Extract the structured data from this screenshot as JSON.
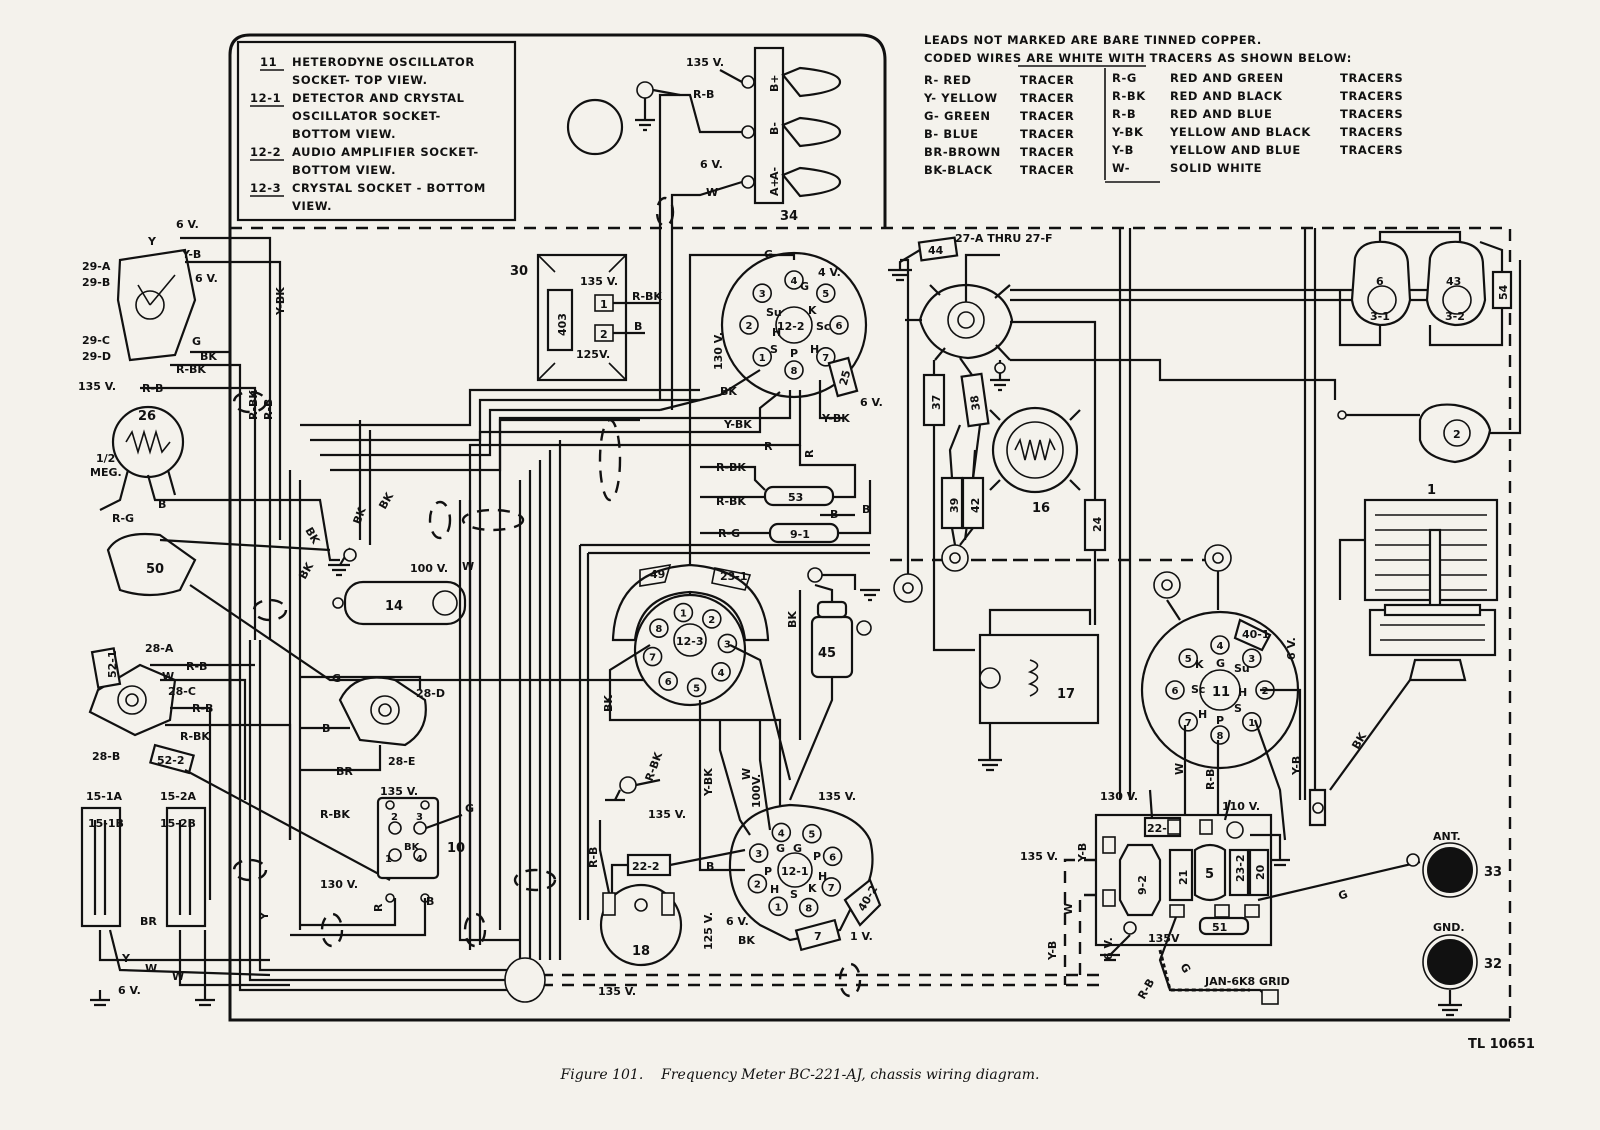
{
  "legend_box": {
    "items": [
      {
        "id": "11",
        "text": [
          "HETERODYNE OSCILLATOR",
          "SOCKET- TOP VIEW."
        ]
      },
      {
        "id": "12-1",
        "text": [
          "DETECTOR AND CRYSTAL",
          "OSCILLATOR SOCKET-",
          "BOTTOM VIEW."
        ]
      },
      {
        "id": "12-2",
        "text": [
          "AUDIO AMPLIFIER SOCKET-",
          "BOTTOM VIEW."
        ]
      },
      {
        "id": "12-3",
        "text": [
          "CRYSTAL SOCKET - BOTTOM",
          "VIEW."
        ]
      }
    ]
  },
  "wire_notes": {
    "line1": "LEADS NOT MARKED ARE BARE TINNED COPPER.",
    "line2": "CODED WIRES ARE WHITE WITH TRACERS AS SHOWN BELOW:",
    "left": [
      {
        "code": "R- RED",
        "kind": "TRACER"
      },
      {
        "code": "Y- YELLOW",
        "kind": "TRACER"
      },
      {
        "code": "G- GREEN",
        "kind": "TRACER"
      },
      {
        "code": "B- BLUE",
        "kind": "TRACER"
      },
      {
        "code": "BR-BROWN",
        "kind": "TRACER"
      },
      {
        "code": "BK-BLACK",
        "kind": "TRACER"
      }
    ],
    "right": [
      {
        "code": "R-G",
        "desc": "RED AND GREEN",
        "kind": "TRACERS"
      },
      {
        "code": "R-BK",
        "desc": "RED AND BLACK",
        "kind": "TRACERS"
      },
      {
        "code": "R-B",
        "desc": "RED AND BLUE",
        "kind": "TRACERS"
      },
      {
        "code": "Y-BK",
        "desc": "YELLOW AND BLACK",
        "kind": "TRACERS"
      },
      {
        "code": "Y-B",
        "desc": "YELLOW AND BLUE",
        "kind": "TRACERS"
      },
      {
        "code": "W-",
        "desc": "SOLID WHITE",
        "kind": ""
      }
    ]
  },
  "components": {
    "c26": "26",
    "c26_value": "1/2",
    "c26_unit": "MEG.",
    "c50": "50",
    "c14": "14",
    "c30": "30",
    "c403": "403",
    "c34": "34",
    "c49": "49",
    "c23_1": "23-1",
    "c12_3": "12-3",
    "c45": "45",
    "c10": "10",
    "c18": "18",
    "c12_1": "12-1",
    "c40_2": "40-2",
    "c7": "7",
    "c22_2": "22-2",
    "c12_2": "12-2",
    "c25": "25",
    "c53": "53",
    "c9_1": "9-1",
    "c44": "44",
    "c27": "27-A THRU 27-F",
    "c37": "37",
    "c38": "38",
    "c39": "39",
    "c42": "42",
    "c16": "16",
    "c24": "24",
    "c17": "17",
    "c11": "11",
    "c40_1": "40-1",
    "c6": "6",
    "c3_1": "3-1",
    "c43": "43",
    "c3_2": "3-2",
    "c54": "54",
    "c2": "2",
    "c1": "1",
    "c22_1": "22-1",
    "c9_2": "9-2",
    "c21": "21",
    "c5": "5",
    "c23_2": "23-2",
    "c20": "20",
    "c51": "51",
    "c33": "33",
    "c32": "32",
    "ant": "ANT.",
    "gnd": "GND.",
    "c28a": "28-A",
    "c28b": "28-B",
    "c28c": "28-C",
    "c28d": "28-D",
    "c28e": "28-E",
    "c52_1": "52-1",
    "c52_2": "52-2",
    "c15_1a": "15-1A",
    "c15_1b": "15-1B",
    "c15_2a": "15-2A",
    "c15_2b": "15-2B",
    "c29a": "29-A",
    "c29b": "29-B",
    "c29c": "29-C",
    "c29d": "29-D",
    "jan": "JAN-6K8 GRID",
    "tl": "TL 10651"
  },
  "wire_labels": {
    "y_b": "Y-B",
    "y_bk": "Y-BK",
    "r_bk": "R-BK",
    "r_b": "R-B",
    "r_g": "R-G",
    "bk": "BK",
    "b": "B",
    "g": "G",
    "w": "W",
    "r": "R",
    "y": "Y",
    "br": "BR",
    "v6": "6 V.",
    "v135": "135 V.",
    "v130": "130 V.",
    "v125": "125 V.",
    "v100": "100 V.",
    "v100b": "100V.",
    "v110": "110 V.",
    "v4": "4 V.",
    "v1": "1 V.",
    "v135b": "135V",
    "v125b": "125V.",
    "b_plus": "B+",
    "b_minus": "B-",
    "a_minus": "A-",
    "a_plus": "A+"
  },
  "caption": {
    "figure": "Figure 101.",
    "text": "Frequency Meter BC-221-AJ, chassis wiring diagram."
  }
}
